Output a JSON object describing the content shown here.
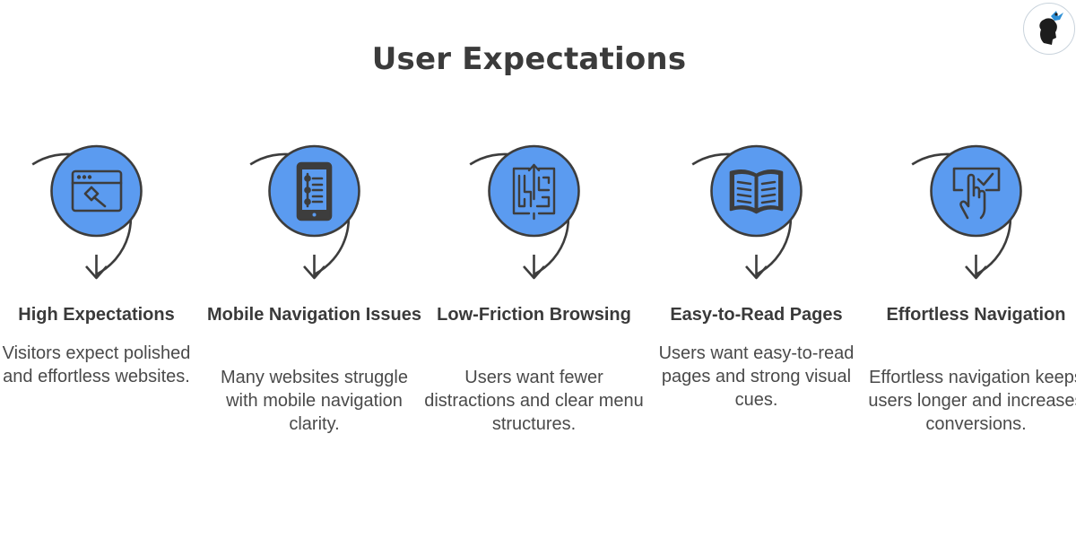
{
  "title": "User Expectations",
  "colors": {
    "accent_circle": "#5b9bf0",
    "icon_stroke": "#3d3d3d",
    "arc_stroke": "#3d3d3d"
  },
  "steps": [
    {
      "icon": "browser-hammer-icon",
      "title": "High Expectations",
      "description": "Visitors expect polished and effortless websites."
    },
    {
      "icon": "mobile-list-icon",
      "title": "Mobile Navigation Issues",
      "description": "Many websites struggle with mobile navigation clarity."
    },
    {
      "icon": "maze-icon",
      "title": "Low-Friction Browsing",
      "description": "Users want fewer distractions and clear menu structures."
    },
    {
      "icon": "open-book-icon",
      "title": "Easy-to-Read Pages",
      "description": "Users want easy-to-read pages and strong visual cues."
    },
    {
      "icon": "hand-checkbox-icon",
      "title": "Effortless Navigation",
      "description": "Effortless navigation keeps users longer and increases conversions."
    }
  ]
}
